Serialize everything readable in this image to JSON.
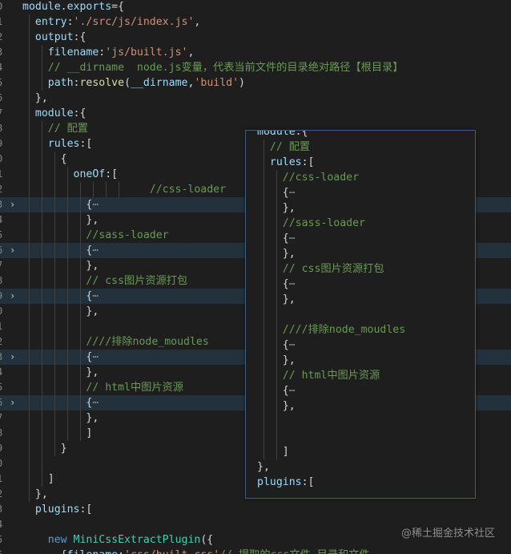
{
  "editor": {
    "lines": [
      {
        "ln": "0",
        "tokens": [
          [
            "k",
            "module"
          ],
          [
            "p",
            "."
          ],
          [
            "k",
            "exports"
          ],
          [
            "p",
            "={"
          ]
        ]
      },
      {
        "ln": "1",
        "tokens": [
          [
            "k",
            "  entry"
          ],
          [
            "p",
            ":"
          ],
          [
            "s",
            "'./src/js/index.js'"
          ],
          [
            "p",
            ","
          ]
        ]
      },
      {
        "ln": "2",
        "tokens": [
          [
            "k",
            "  output"
          ],
          [
            "p",
            ":{"
          ]
        ]
      },
      {
        "ln": "3",
        "tokens": [
          [
            "k",
            "    filename"
          ],
          [
            "p",
            ":"
          ],
          [
            "s",
            "'js/built.js'"
          ],
          [
            "p",
            ","
          ]
        ]
      },
      {
        "ln": "4",
        "tokens": [
          [
            "c",
            "    // __dirname  node.js变量，代表当前文件的目录绝对路径【根目录】"
          ]
        ]
      },
      {
        "ln": "5",
        "tokens": [
          [
            "k",
            "    path"
          ],
          [
            "p",
            ":"
          ],
          [
            "fn",
            "resolve"
          ],
          [
            "p",
            "("
          ],
          [
            "k",
            "__dirname"
          ],
          [
            "p",
            ","
          ],
          [
            "s",
            "'build'"
          ],
          [
            "p",
            ")"
          ]
        ]
      },
      {
        "ln": "6",
        "tokens": [
          [
            "p",
            "  },"
          ]
        ]
      },
      {
        "ln": "7",
        "tokens": [
          [
            "k",
            "  module"
          ],
          [
            "p",
            ":{"
          ]
        ]
      },
      {
        "ln": "8",
        "tokens": [
          [
            "c",
            "    // 配置"
          ]
        ]
      },
      {
        "ln": "9",
        "tokens": [
          [
            "k",
            "    rules"
          ],
          [
            "p",
            ":["
          ]
        ]
      },
      {
        "ln": "0",
        "tokens": [
          [
            "p",
            "      {"
          ]
        ]
      },
      {
        "ln": "1",
        "tokens": [
          [
            "k",
            "        oneOf"
          ],
          [
            "p",
            ":["
          ]
        ]
      },
      {
        "ln": "2",
        "tokens": [
          [
            "c",
            "                    //css-loader"
          ]
        ]
      },
      {
        "ln": "3",
        "fold": true,
        "tokens": [
          [
            "p",
            "          {"
          ],
          [
            "fold-mark",
            "⋯"
          ]
        ]
      },
      {
        "ln": "4",
        "tokens": [
          [
            "p",
            "          },"
          ]
        ]
      },
      {
        "ln": "5",
        "tokens": [
          [
            "c",
            "          //sass-loader"
          ]
        ]
      },
      {
        "ln": "6",
        "fold": true,
        "tokens": [
          [
            "p",
            "          {"
          ],
          [
            "fold-mark",
            "⋯"
          ]
        ]
      },
      {
        "ln": "7",
        "tokens": [
          [
            "p",
            "          },"
          ]
        ]
      },
      {
        "ln": "8",
        "tokens": [
          [
            "c",
            "          // css图片资源打包"
          ]
        ]
      },
      {
        "ln": "9",
        "fold": true,
        "tokens": [
          [
            "p",
            "          {"
          ],
          [
            "fold-mark",
            "⋯"
          ]
        ]
      },
      {
        "ln": "0",
        "tokens": [
          [
            "p",
            "          },"
          ]
        ]
      },
      {
        "ln": "1",
        "tokens": [
          [
            "p",
            ""
          ]
        ]
      },
      {
        "ln": "2",
        "tokens": [
          [
            "c",
            "          ////排除node_moudles"
          ]
        ]
      },
      {
        "ln": "3",
        "fold": true,
        "tokens": [
          [
            "p",
            "          {"
          ],
          [
            "fold-mark",
            "⋯"
          ]
        ]
      },
      {
        "ln": "4",
        "tokens": [
          [
            "p",
            "          },"
          ]
        ]
      },
      {
        "ln": "5",
        "tokens": [
          [
            "c",
            "          // html中图片资源"
          ]
        ]
      },
      {
        "ln": "6",
        "fold": true,
        "tokens": [
          [
            "p",
            "          {"
          ],
          [
            "fold-mark",
            "⋯"
          ]
        ]
      },
      {
        "ln": "7",
        "tokens": [
          [
            "p",
            "          },"
          ]
        ]
      },
      {
        "ln": "8",
        "tokens": [
          [
            "p",
            "          ]"
          ]
        ]
      },
      {
        "ln": "9",
        "tokens": [
          [
            "p",
            "      }"
          ]
        ]
      },
      {
        "ln": "0",
        "tokens": [
          [
            "p",
            ""
          ]
        ]
      },
      {
        "ln": "1",
        "tokens": [
          [
            "p",
            "    ]"
          ]
        ]
      },
      {
        "ln": "2",
        "tokens": [
          [
            "p",
            "  },"
          ]
        ]
      },
      {
        "ln": "3",
        "tokens": [
          [
            "k",
            "  plugins"
          ],
          [
            "p",
            ":["
          ]
        ]
      },
      {
        "ln": "4",
        "tokens": [
          [
            "p",
            ""
          ]
        ]
      },
      {
        "ln": "5",
        "tokens": [
          [
            "kw",
            "    new "
          ],
          [
            "cls",
            "MiniCssExtractPlugin"
          ],
          [
            "p",
            "({"
          ]
        ]
      },
      {
        "ln": "6",
        "tokens": [
          [
            "p",
            "      {"
          ],
          [
            "k",
            "filename"
          ],
          [
            "p",
            ":"
          ],
          [
            "s",
            "'css/built.css'"
          ],
          [
            "c",
            "// 提取的css文件 目录和文件"
          ]
        ]
      }
    ]
  },
  "peek": {
    "lines": [
      {
        "tokens": [
          [
            "k",
            "module"
          ],
          [
            "p",
            ":{"
          ]
        ]
      },
      {
        "tokens": [
          [
            "c",
            "  // 配置"
          ]
        ]
      },
      {
        "tokens": [
          [
            "k",
            "  rules"
          ],
          [
            "p",
            ":["
          ]
        ]
      },
      {
        "tokens": [
          [
            "c",
            "    //css-loader"
          ]
        ]
      },
      {
        "tokens": [
          [
            "p",
            "    {"
          ],
          [
            "fold-mark",
            "⋯"
          ]
        ]
      },
      {
        "tokens": [
          [
            "p",
            "    },"
          ]
        ]
      },
      {
        "tokens": [
          [
            "c",
            "    //sass-loader"
          ]
        ]
      },
      {
        "tokens": [
          [
            "p",
            "    {"
          ],
          [
            "fold-mark",
            "⋯"
          ]
        ]
      },
      {
        "tokens": [
          [
            "p",
            "    },"
          ]
        ]
      },
      {
        "tokens": [
          [
            "c",
            "    // css图片资源打包"
          ]
        ]
      },
      {
        "tokens": [
          [
            "p",
            "    {"
          ],
          [
            "fold-mark",
            "⋯"
          ]
        ]
      },
      {
        "tokens": [
          [
            "p",
            "    },"
          ]
        ]
      },
      {
        "tokens": [
          [
            "p",
            ""
          ]
        ]
      },
      {
        "tokens": [
          [
            "c",
            "    ////排除node_moudles"
          ]
        ]
      },
      {
        "tokens": [
          [
            "p",
            "    {"
          ],
          [
            "fold-mark",
            "⋯"
          ]
        ]
      },
      {
        "tokens": [
          [
            "p",
            "    },"
          ]
        ]
      },
      {
        "tokens": [
          [
            "c",
            "    // html中图片资源"
          ]
        ]
      },
      {
        "tokens": [
          [
            "p",
            "    {"
          ],
          [
            "fold-mark",
            "⋯"
          ]
        ]
      },
      {
        "tokens": [
          [
            "p",
            "    },"
          ]
        ]
      },
      {
        "tokens": [
          [
            "p",
            ""
          ]
        ]
      },
      {
        "tokens": [
          [
            "p",
            ""
          ]
        ]
      },
      {
        "tokens": [
          [
            "p",
            "    ]"
          ]
        ]
      },
      {
        "tokens": [
          [
            "p",
            "},"
          ]
        ]
      },
      {
        "tokens": [
          [
            "k",
            "plugins"
          ],
          [
            "p",
            ":["
          ]
        ]
      }
    ]
  },
  "watermark": "@稀土掘金技术社区",
  "colors": {
    "background": "#1e1e1e",
    "property": "#9cdcfe",
    "string": "#ce9178",
    "comment": "#6a9955",
    "function": "#dcdcaa",
    "keyword": "#569cd6",
    "class": "#4ec9b0",
    "peek_border": "#3e5f7e"
  },
  "icons": {
    "fold": "chevron-right-icon"
  }
}
